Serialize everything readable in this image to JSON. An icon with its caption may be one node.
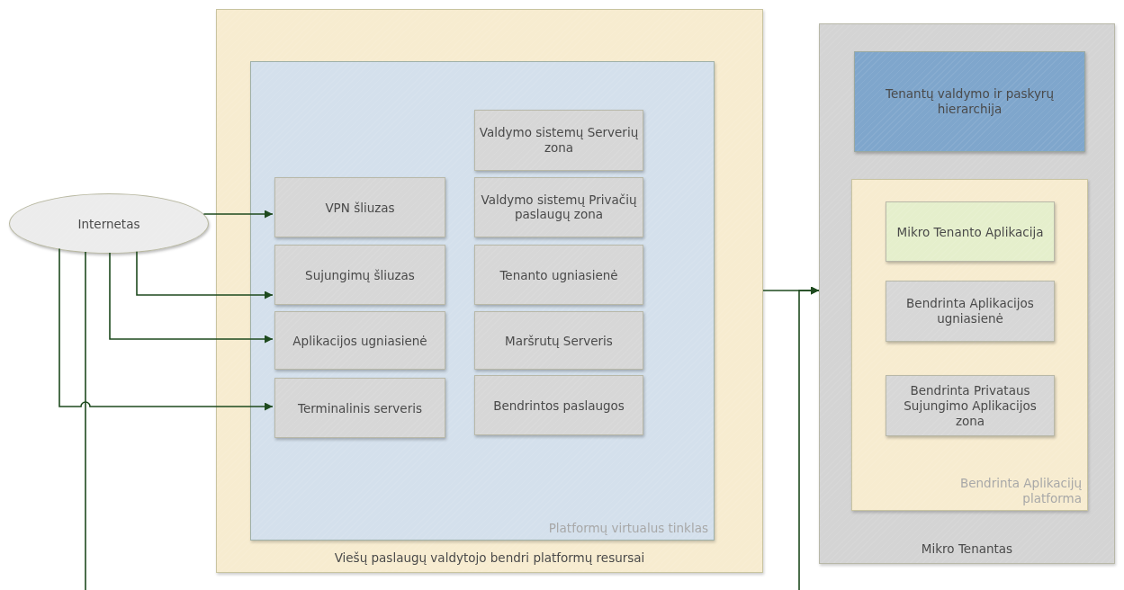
{
  "diagram": {
    "nodes": [
      {
        "text": [
          "Internetas"
        ]
      },
      {
        "text": [
          "Viešų paslaugų valdytojo bendri platformų resursai"
        ]
      },
      {
        "text": [
          "Platformų virtualus tinklas"
        ],
        "in": 1
      },
      {
        "text": [
          "VPN šliuzas"
        ],
        "in": 2
      },
      {
        "text": [
          "Sujungimų šliuzas"
        ],
        "in": 2
      },
      {
        "text": [
          "Aplikacijos ugniasienė"
        ],
        "in": 2
      },
      {
        "text": [
          "Terminalinis serveris"
        ],
        "in": 2
      },
      {
        "text": [
          "Valdymo sistemų Serverių zona"
        ],
        "in": 2
      },
      {
        "text": [
          "Valdymo sistemų Privačių paslaugų zona"
        ],
        "in": 2
      },
      {
        "text": [
          "Tenanto ugniasienė"
        ],
        "in": 2
      },
      {
        "text": [
          "Maršrutų Serveris"
        ],
        "in": 2
      },
      {
        "text": [
          "Bendrintos paslaugos"
        ],
        "in": 2
      },
      {
        "text": [
          "Mikro Tenantas"
        ]
      },
      {
        "text": [
          "Tenantų valdymo ir paskyrų hierarchija"
        ],
        "in": 12
      },
      {
        "text": [
          "Bendrinta Aplikacijų platforma"
        ],
        "in": 12
      },
      {
        "text": [
          "Mikro Tenanto Aplikacija"
        ],
        "in": 14
      },
      {
        "text": [
          "Bendrinta Aplikacijos ugniasienė"
        ],
        "in": 14
      },
      {
        "text": [
          "Bendrinta Privataus Sujungimo Aplikacijos zona"
        ],
        "in": 14
      }
    ],
    "edges": [
      {
        "from": 0,
        "to": 3,
        "arrow": "to"
      },
      {
        "from": 0,
        "to": 4,
        "arrow": "to"
      },
      {
        "from": 0,
        "to": 5,
        "arrow": "to"
      },
      {
        "from": 0,
        "to": 6,
        "arrow": "to"
      },
      {
        "from": 0,
        "to": null,
        "arrow": "none"
      },
      {
        "from": 1,
        "to": 12,
        "arrow": "to"
      },
      {
        "from": null,
        "to": 12,
        "arrow": "to"
      }
    ]
  }
}
